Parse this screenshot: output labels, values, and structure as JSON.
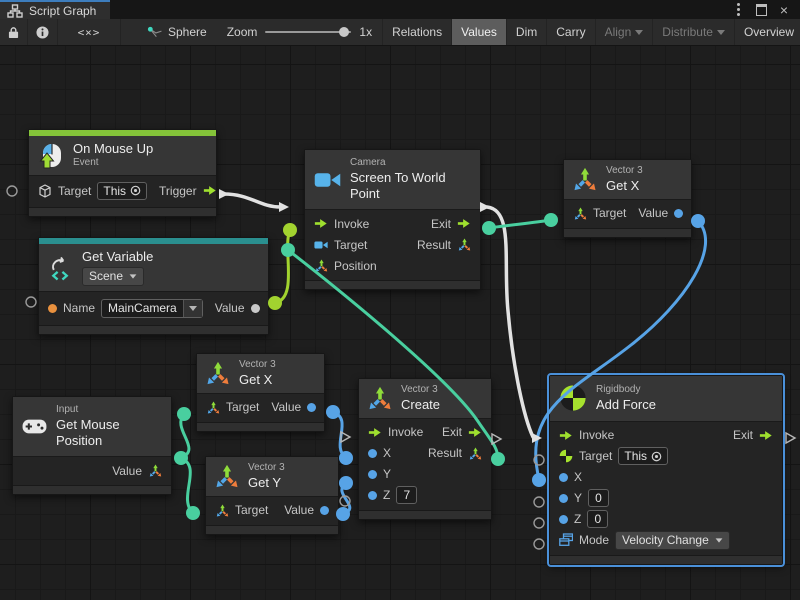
{
  "titlebar": {
    "tab_label": "Script Graph"
  },
  "toolbar": {
    "breadcrumb": "Sphere",
    "code_glyph": "<×>",
    "zoom_label": "Zoom",
    "zoom_value": "1x",
    "buttons": {
      "relations": "Relations",
      "values": "Values",
      "dim": "Dim",
      "carry": "Carry",
      "align": "Align",
      "distribute": "Distribute",
      "overview": "Overview",
      "fullscreen": "Full Screen"
    }
  },
  "nodes": {
    "on_mouse_up": {
      "title": "On Mouse Up",
      "subtitle": "Event",
      "target_label": "Target",
      "target_value": "This",
      "trigger_label": "Trigger"
    },
    "get_variable": {
      "title": "Get Variable",
      "scope_value": "Scene",
      "name_label": "Name",
      "name_value": "MainCamera",
      "value_label": "Value"
    },
    "camera": {
      "group": "Camera",
      "title": "Screen To World Point",
      "invoke": "Invoke",
      "exit": "Exit",
      "target": "Target",
      "result": "Result",
      "position": "Position"
    },
    "get_x_top": {
      "group": "Vector 3",
      "title": "Get X",
      "target": "Target",
      "value": "Value"
    },
    "get_x_mid": {
      "group": "Vector 3",
      "title": "Get X",
      "target": "Target",
      "value": "Value"
    },
    "get_y": {
      "group": "Vector 3",
      "title": "Get Y",
      "target": "Target",
      "value": "Value"
    },
    "get_mouse_position": {
      "group": "Input",
      "title": "Get Mouse Position",
      "value": "Value"
    },
    "create": {
      "group": "Vector 3",
      "title": "Create",
      "invoke": "Invoke",
      "exit": "Exit",
      "x": "X",
      "result": "Result",
      "y": "Y",
      "z": "Z",
      "z_value": "7"
    },
    "add_force": {
      "group": "Rigidbody",
      "title": "Add Force",
      "invoke": "Invoke",
      "exit": "Exit",
      "target": "Target",
      "target_value": "This",
      "x": "X",
      "y": "Y",
      "y_value": "0",
      "z": "Z",
      "z_value": "0",
      "mode": "Mode",
      "mode_value": "Velocity Change"
    }
  },
  "colors": {
    "event_accent": "#84c339",
    "variable_accent": "#2a8f8f",
    "flow_wire": "#e2e2e2",
    "object_wire": "#a2d32f",
    "vector_wire": "#49cf9f",
    "float_wire": "#57a3e6",
    "selection": "#4a90d9"
  },
  "icons": [
    "graph-icon",
    "lock-icon",
    "info-icon",
    "code-icon",
    "graph-node-icon",
    "menu-icon",
    "maximize-icon",
    "close-icon",
    "mouse-up-icon",
    "variable-icon",
    "camera-icon",
    "vector3-icon",
    "gamepad-icon",
    "rigidbody-icon",
    "cube-icon",
    "flow-arrow-icon",
    "windows-mode-icon",
    "target-dot-icon"
  ]
}
